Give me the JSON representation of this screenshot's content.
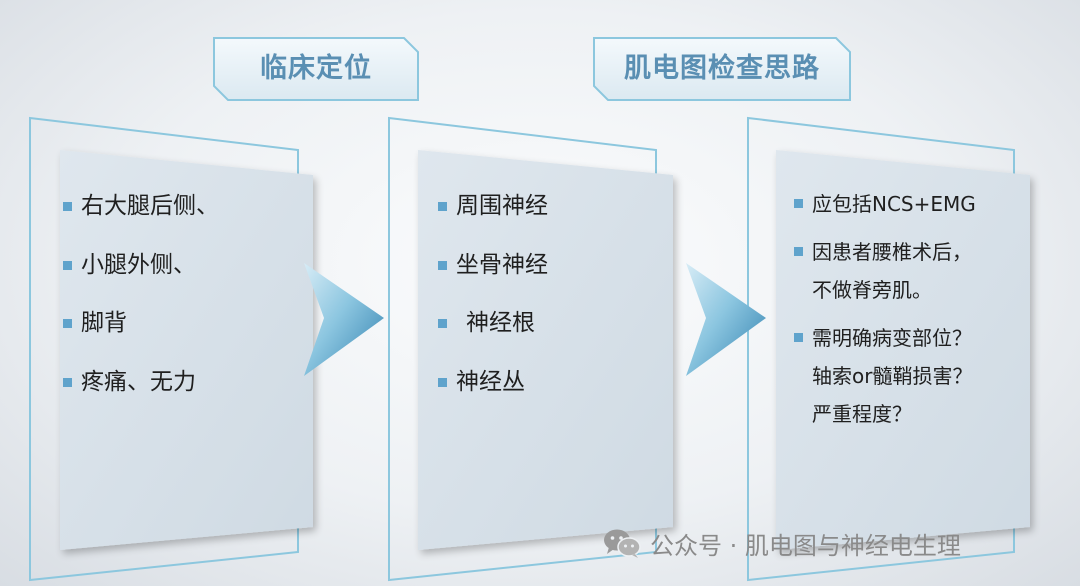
{
  "titles": {
    "clinical": "临床定位",
    "emg": "肌电图检查思路"
  },
  "panels": {
    "symptoms": [
      "右大腿后侧、",
      "小腿外侧、",
      "脚背",
      "疼痛、无力"
    ],
    "nerves": [
      "周围神经",
      "坐骨神经",
      "神经根",
      "神经丛"
    ],
    "plan": [
      "应包括NCS+EMG",
      "因患者腰椎术后，\n不做脊旁肌。",
      "需明确病变部位？\n轴索or髓鞘损害？\n严重程度？"
    ]
  },
  "footer": {
    "text": "公众号 · 肌电图与神经电生理"
  },
  "colors": {
    "title_text": "#5a8fb3",
    "bullet": "#5fa3cc",
    "frame_stroke": "#8cc7de",
    "panel_fill": "#d6e0e8",
    "arrow": "#4f9fc5"
  }
}
